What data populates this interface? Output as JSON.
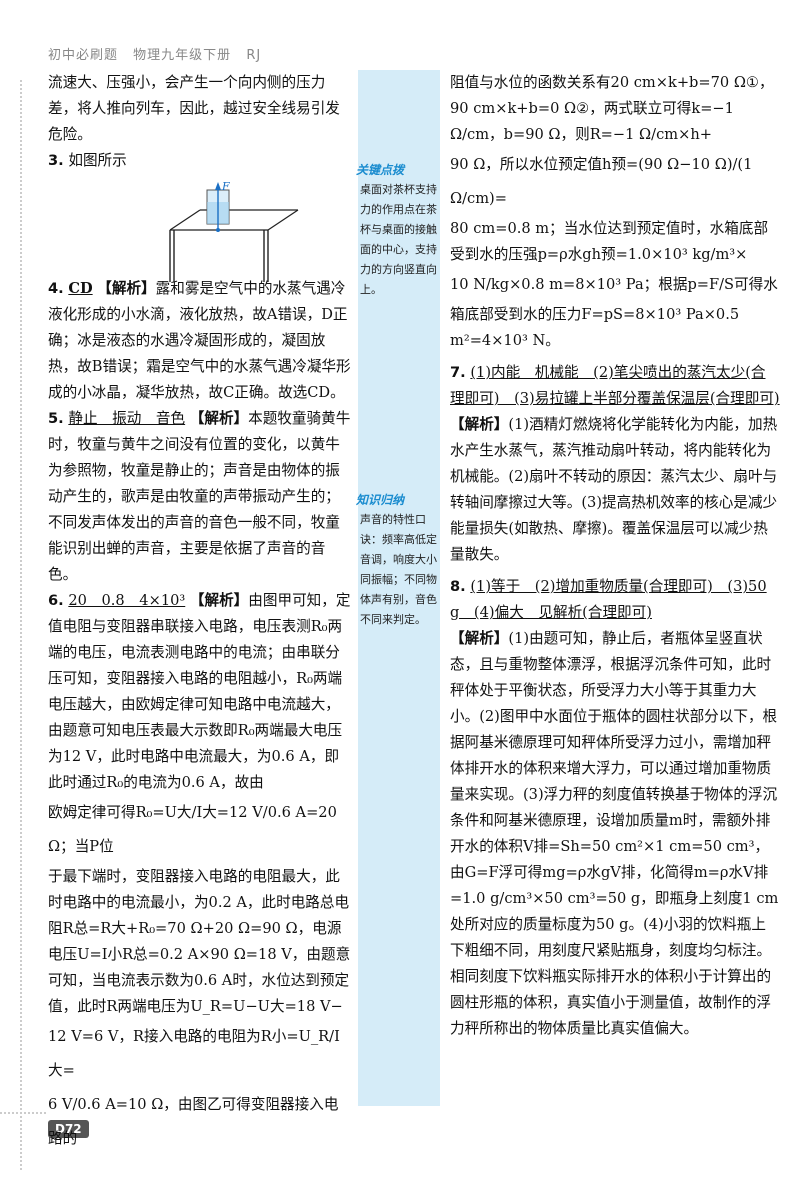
{
  "header": {
    "book": "初中必刷题",
    "subject": "物理九年级下册",
    "edition": "RJ"
  },
  "page_number": "D72",
  "left": {
    "p1": "流速大、压强小，会产生一个向内侧的压力差，将人推向列车，因此，越过安全线易引发危险。",
    "q3_num": "3.",
    "q3_text": "如图所示",
    "fig_label": "F",
    "q4_num": "4.",
    "q4_ans": "CD",
    "q4_tag": "【解析】",
    "q4_text": "露和雾是空气中的水蒸气遇冷液化形成的小水滴，液化放热，故A错误，D正确；冰是液态的水遇冷凝固形成的，凝固放热，故B错误；霜是空气中的水蒸气遇冷凝华形成的小冰晶，凝华放热，故C正确。故选CD。",
    "q5_num": "5.",
    "q5_ans": "静止　振动　音色",
    "q5_tag": "【解析】",
    "q5_text": "本题牧童骑黄牛时，牧童与黄牛之间没有位置的变化，以黄牛为参照物，牧童是静止的；声音是由物体的振动产生的，歌声是由牧童的声带振动产生的；不同发声体发出的声音的音色一般不同，牧童能识别出蝉的声音，主要是依据了声音的音色。",
    "q6_num": "6.",
    "q6_ans": "20　0.8　4×10³",
    "q6_tag": "【解析】",
    "q6_text1": "由图甲可知，定值电阻与变阻器串联接入电路，电压表测R₀两端的电压，电流表测电路中的电流；由串联分压可知，变阻器接入电路的电阻越小，R₀两端电压越大，由欧姆定律可知电路中电流越大，由题意可知电压表最大示数即R₀两端最大电压为12 V，此时电路中电流最大，为0.6 A，即此时通过R₀的电流为0.6 A，故由",
    "q6_f1": "欧姆定律可得R₀=U大/I大=12 V/0.6 A=20 Ω；当P位",
    "q6_text2": "于最下端时，变阻器接入电路的电阻最大，此时电路中的电流最小，为0.2 A，此时电路总电阻R总=R大+R₀=70 Ω+20 Ω=90 Ω，电源电压U=I小R总=0.2 A×90 Ω=18 V，由题意可知，当电流表示数为0.6 A时，水位达到预定值，此时R两端电压为U_R=U−U大=18 V−",
    "q6_f2": "12 V=6 V，R接入电路的电阻为R小=U_R/I大=",
    "q6_f3": "6 V/0.6 A=10 Ω，由图乙可得变阻器接入电路的"
  },
  "sidebar": {
    "box1_title": "关键点拨",
    "box1_text": "桌面对茶杯支持力的作用点在茶杯与桌面的接触面的中心，支持力的方向竖直向上。",
    "box2_title": "知识归纳",
    "box2_text": "声音的特性口诀：频率高低定音调，响度大小同振幅；不同物体声有别，音色不同来判定。"
  },
  "right": {
    "r1": "阻值与水位的函数关系有20 cm×k+b=70 Ω①，90 cm×k+b=0 Ω②，两式联立可得k=−1 Ω/cm，b=90 Ω，则R=−1 Ω/cm×h+",
    "r2": "90 Ω，所以水位预定值h预=(90 Ω−10 Ω)/(1 Ω/cm)=",
    "r3": "80 cm=0.8 m；当水位达到预定值时，水箱底部受到水的压强p=ρ水gh预=1.0×10³ kg/m³×",
    "r4": "10 N/kg×0.8 m=8×10³ Pa；根据p=F/S可得水",
    "r5": "箱底部受到水的压力F=pS=8×10³ Pa×0.5 m²=4×10³ N。",
    "q7_num": "7.",
    "q7_ans": "(1)内能　机械能　(2)笔尖喷出的蒸汽太少(合理即可)　(3)易拉罐上半部分覆盖保温层(合理即可)",
    "q7_tag": "【解析】",
    "q7_text": "(1)酒精灯燃烧将化学能转化为内能，加热水产生水蒸气，蒸汽推动扇叶转动，将内能转化为机械能。(2)扇叶不转动的原因：蒸汽太少、扇叶与转轴间摩擦过大等。(3)提高热机效率的核心是减少能量损失(如散热、摩擦)。覆盖保温层可以减少热量散失。",
    "q8_num": "8.",
    "q8_ans": "(1)等于　(2)增加重物质量(合理即可)　(3)50 g　(4)偏大　见解析(合理即可)",
    "q8_tag": "【解析】",
    "q8_text": "(1)由题可知，静止后，者瓶体呈竖直状态，且与重物整体漂浮，根据浮沉条件可知，此时秤体处于平衡状态，所受浮力大小等于其重力大小。(2)图甲中水面位于瓶体的圆柱状部分以下，根据阿基米德原理可知秤体所受浮力过小，需增加秤体排开水的体积来增大浮力，可以通过增加重物质量来实现。(3)浮力秤的刻度值转换基于物体的浮沉条件和阿基米德原理，设增加质量m时，需额外排开水的体积V排=Sh=50 cm²×1 cm=50 cm³，由G=F浮可得mg=ρ水gV排，化简得m=ρ水V排=1.0 g/cm³×50 cm³=50 g，即瓶身上刻度1 cm处所对应的质量标度为50 g。(4)小羽的饮料瓶上下粗细不同，用刻度尺紧贴瓶身，刻度均匀标注。相同刻度下饮料瓶实际排开水的体积小于计算出的圆柱形瓶的体积，真实值小于测量值，故制作的浮力秤所称出的物体质量比真实值偏大。"
  }
}
